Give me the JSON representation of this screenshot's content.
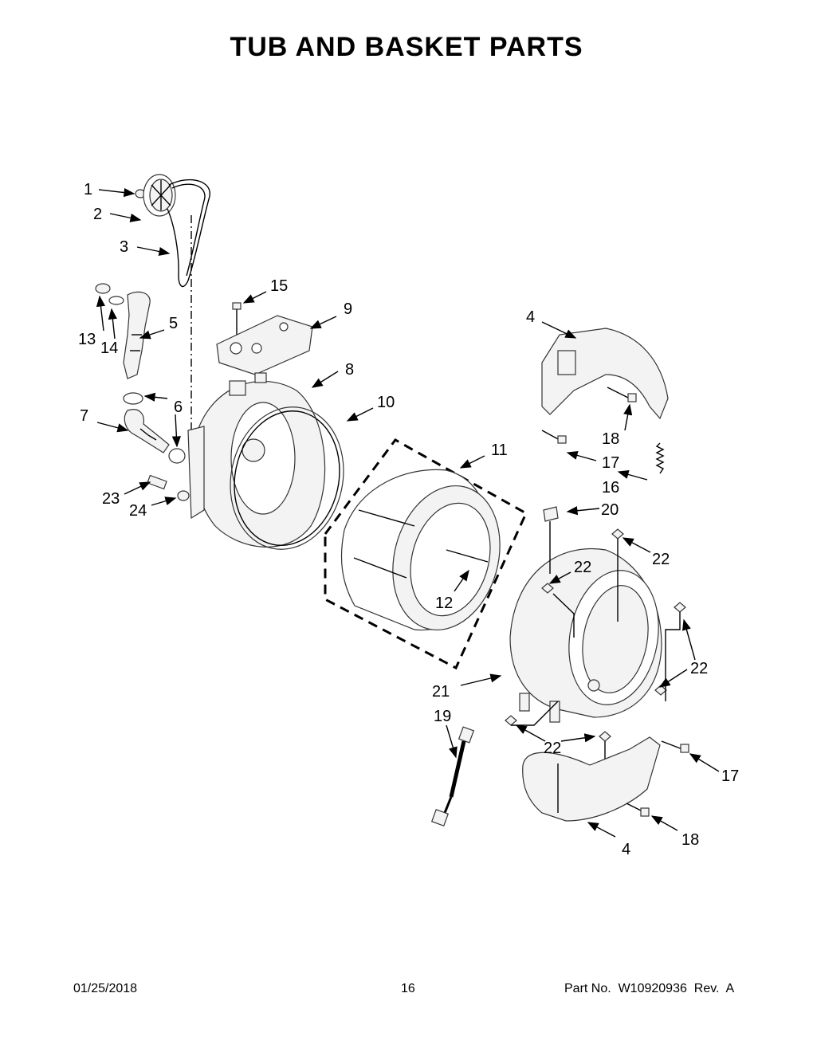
{
  "title": "TUB AND BASKET PARTS",
  "footer": {
    "date": "01/25/2018",
    "page": "16",
    "part": "Part No.  W10920936  Rev.  A"
  },
  "callouts": [
    {
      "id": "c1",
      "label": "1"
    },
    {
      "id": "c2",
      "label": "2"
    },
    {
      "id": "c3",
      "label": "3"
    },
    {
      "id": "c4a",
      "label": "4"
    },
    {
      "id": "c4b",
      "label": "4"
    },
    {
      "id": "c5",
      "label": "5"
    },
    {
      "id": "c6",
      "label": "6"
    },
    {
      "id": "c7",
      "label": "7"
    },
    {
      "id": "c8",
      "label": "8"
    },
    {
      "id": "c9",
      "label": "9"
    },
    {
      "id": "c10",
      "label": "10"
    },
    {
      "id": "c11",
      "label": "11"
    },
    {
      "id": "c12",
      "label": "12"
    },
    {
      "id": "c13",
      "label": "13"
    },
    {
      "id": "c14",
      "label": "14"
    },
    {
      "id": "c15",
      "label": "15"
    },
    {
      "id": "c16",
      "label": "16"
    },
    {
      "id": "c17a",
      "label": "17"
    },
    {
      "id": "c17b",
      "label": "17"
    },
    {
      "id": "c18a",
      "label": "18"
    },
    {
      "id": "c18b",
      "label": "18"
    },
    {
      "id": "c19",
      "label": "19"
    },
    {
      "id": "c20",
      "label": "20"
    },
    {
      "id": "c21",
      "label": "21"
    },
    {
      "id": "c22a",
      "label": "22"
    },
    {
      "id": "c22b",
      "label": "22"
    },
    {
      "id": "c22c",
      "label": "22"
    },
    {
      "id": "c22d",
      "label": "22"
    },
    {
      "id": "c23",
      "label": "23"
    },
    {
      "id": "c24",
      "label": "24"
    }
  ]
}
